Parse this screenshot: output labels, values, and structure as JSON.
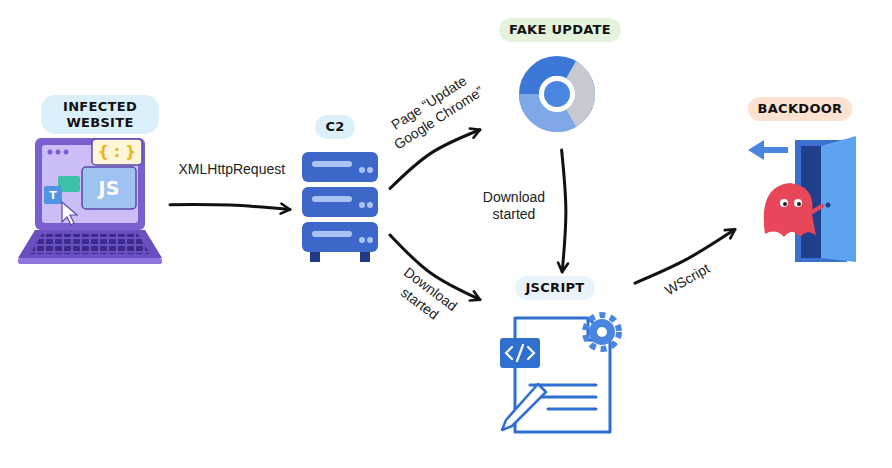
{
  "diagram": {
    "nodes": [
      {
        "text": [
          "INFECTED WEBSITE"
        ]
      },
      {
        "text": [
          "C2"
        ]
      },
      {
        "text": [
          "FAKE UPDATE"
        ]
      },
      {
        "text": [
          "JSCRIPT"
        ]
      },
      {
        "text": [
          "BACKDOOR"
        ]
      }
    ],
    "edges": [
      {
        "from": 0,
        "to": 1,
        "arrow": "to",
        "label": "XMLHttpRequest"
      },
      {
        "from": 1,
        "to": 2,
        "arrow": "to",
        "label": "Page “Update Google Chrome”"
      },
      {
        "from": 1,
        "to": 3,
        "arrow": "to",
        "label": "Download started"
      },
      {
        "from": 2,
        "to": 3,
        "arrow": "to",
        "label": "Download started"
      },
      {
        "from": 3,
        "to": 4,
        "arrow": "to",
        "label": "WScript"
      }
    ],
    "labels": [
      "{ : }",
      "JS",
      "T"
    ]
  }
}
